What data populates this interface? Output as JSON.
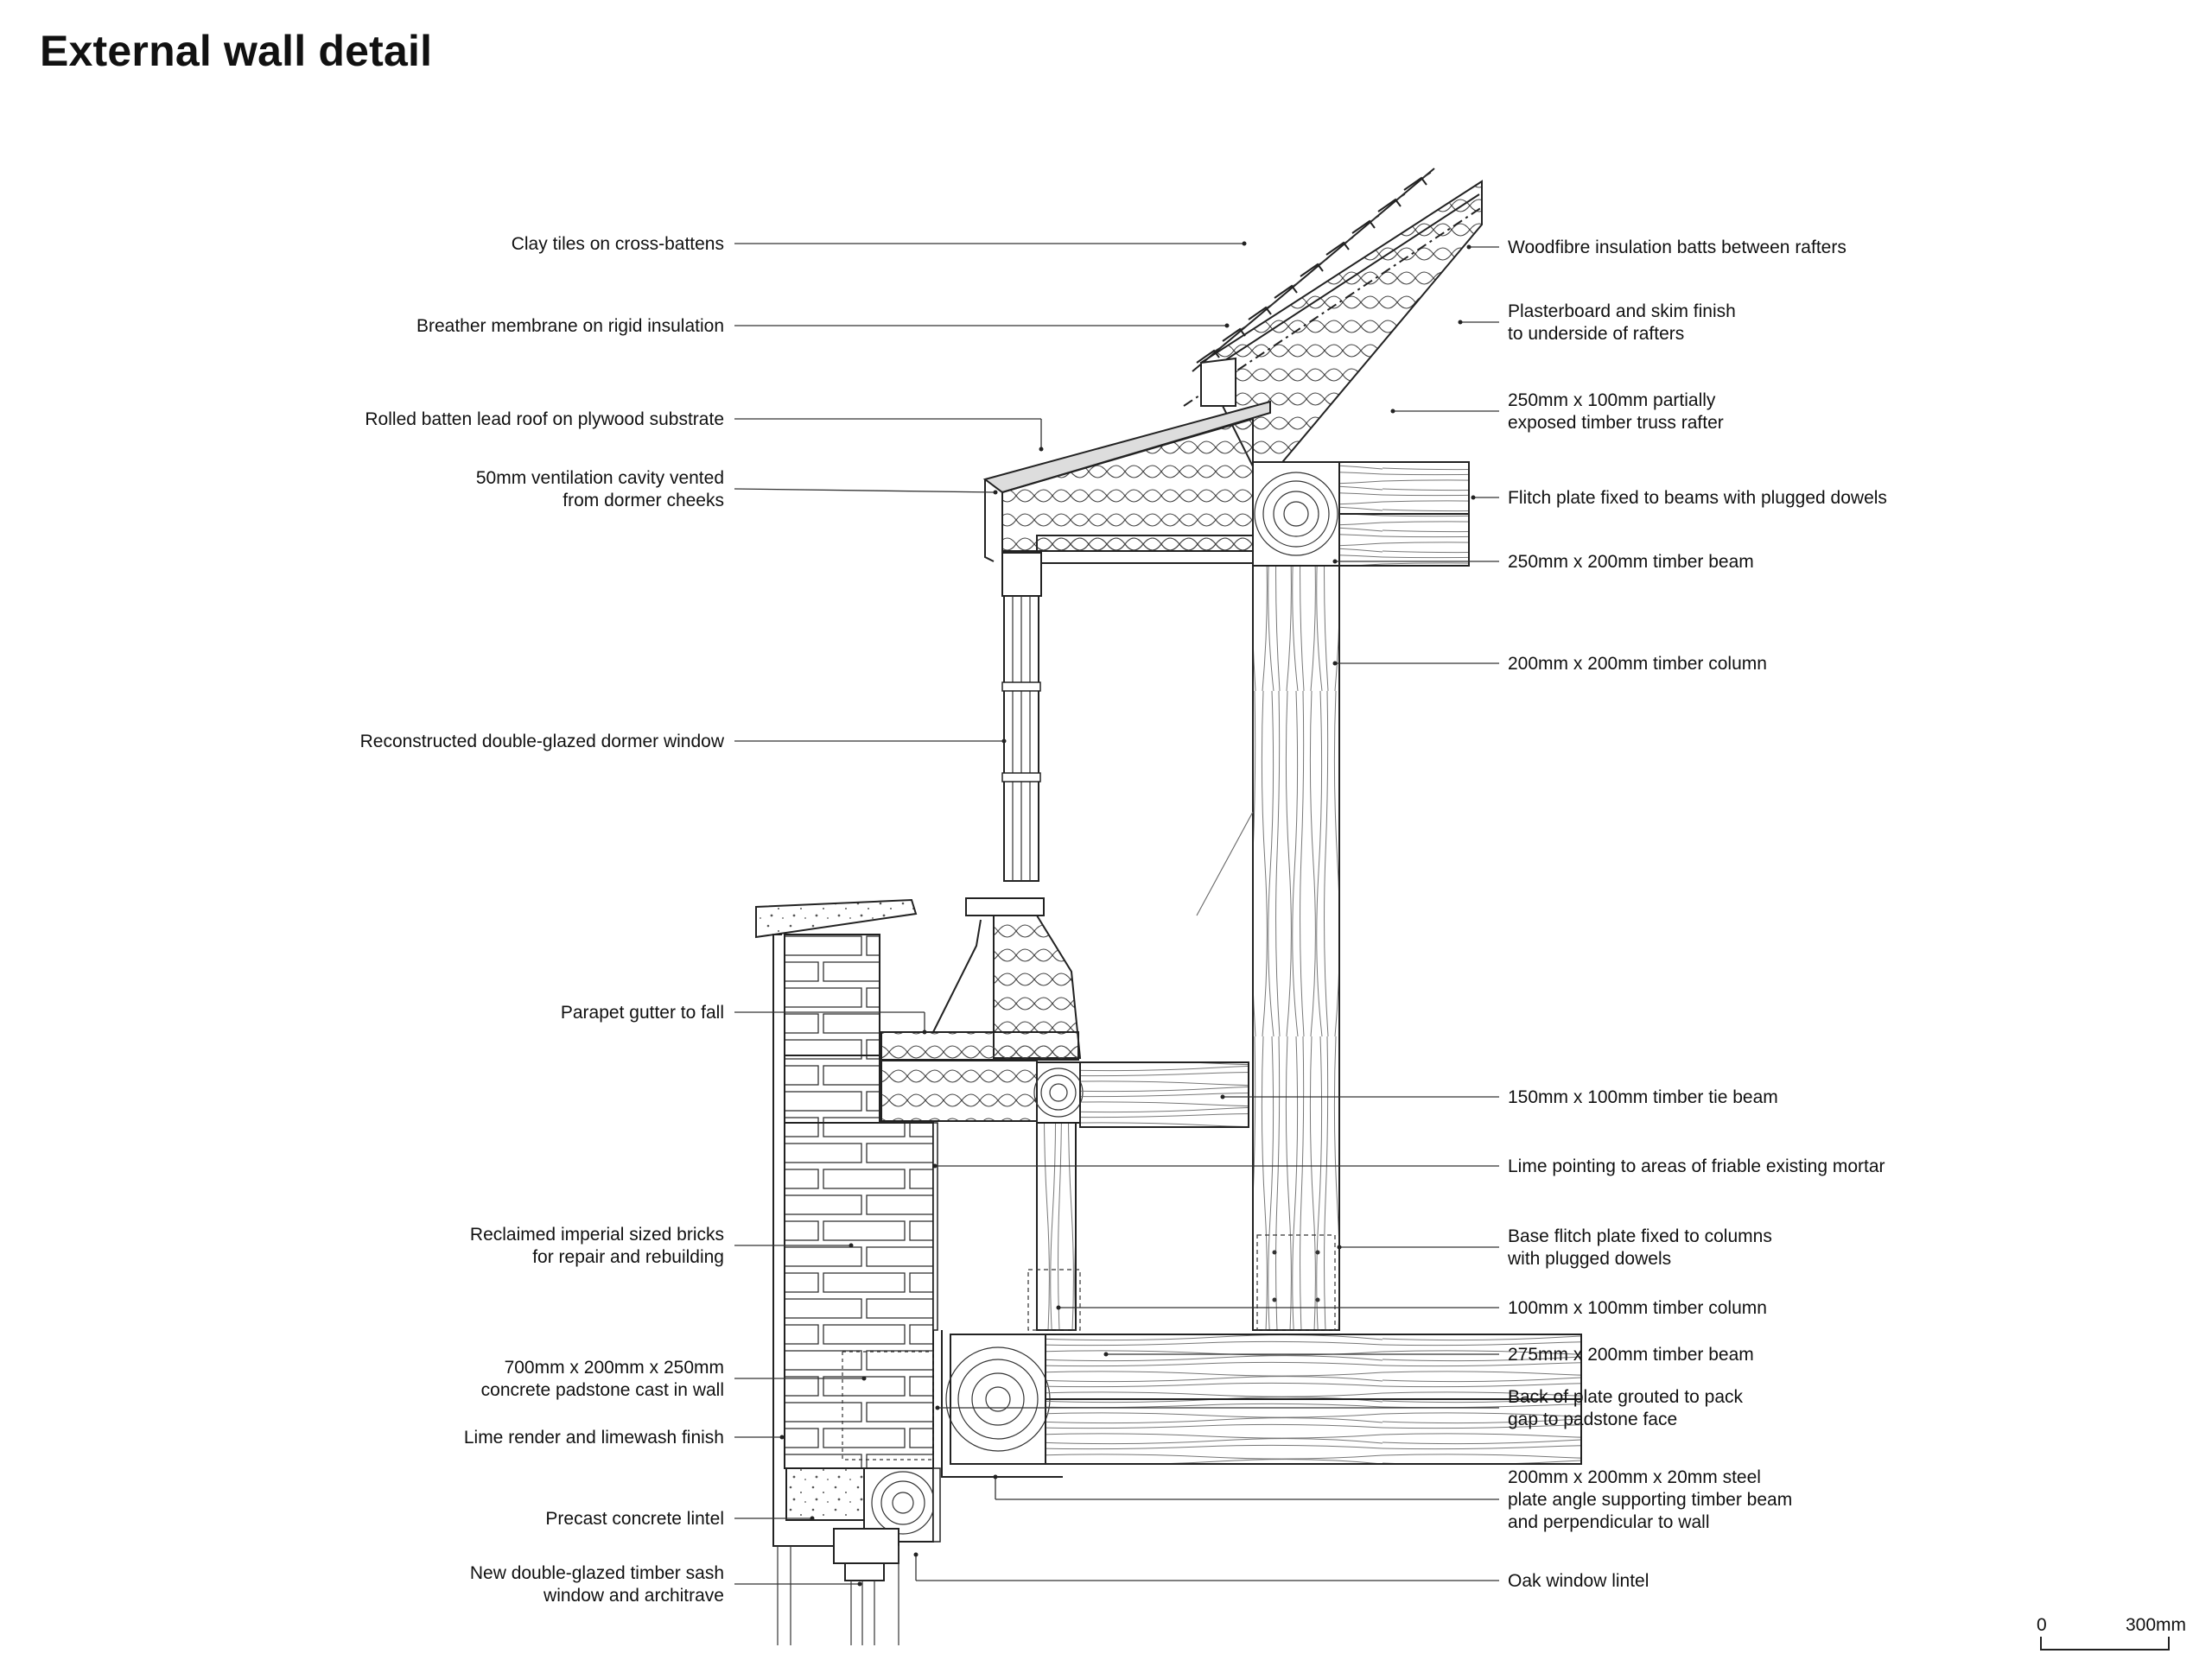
{
  "title": "External wall detail",
  "labels_left": [
    {
      "id": "clay-tiles",
      "lines": [
        "Clay tiles on cross-battens"
      ]
    },
    {
      "id": "breather-membrane",
      "lines": [
        "Breather membrane on rigid insulation"
      ]
    },
    {
      "id": "lead-roof",
      "lines": [
        "Rolled batten lead roof on plywood substrate"
      ]
    },
    {
      "id": "ventilation-cavity",
      "lines": [
        "50mm ventilation cavity vented",
        "from dormer cheeks"
      ]
    },
    {
      "id": "dormer-window",
      "lines": [
        "Reconstructed double-glazed dormer window"
      ]
    },
    {
      "id": "parapet-gutter",
      "lines": [
        "Parapet gutter to fall"
      ]
    },
    {
      "id": "reclaimed-bricks",
      "lines": [
        "Reclaimed imperial sized bricks",
        "for repair and rebuilding"
      ]
    },
    {
      "id": "padstone",
      "lines": [
        "700mm x 200mm x 250mm",
        "concrete padstone cast in wall"
      ]
    },
    {
      "id": "lime-render",
      "lines": [
        "Lime render and limewash finish"
      ]
    },
    {
      "id": "concrete-lintel",
      "lines": [
        "Precast concrete lintel"
      ]
    },
    {
      "id": "sash-window",
      "lines": [
        "New double-glazed timber sash",
        "window and architrave"
      ]
    }
  ],
  "labels_right": [
    {
      "id": "woodfibre-insulation",
      "lines": [
        "Woodfibre insulation batts between rafters"
      ]
    },
    {
      "id": "plasterboard",
      "lines": [
        "Plasterboard and skim finish",
        "to underside of rafters"
      ]
    },
    {
      "id": "truss-rafter",
      "lines": [
        "250mm x 100mm partially",
        "exposed timber truss rafter"
      ]
    },
    {
      "id": "flitch-plate",
      "lines": [
        "Flitch plate fixed to beams with plugged dowels"
      ]
    },
    {
      "id": "beam-250",
      "lines": [
        "250mm x 200mm timber beam"
      ]
    },
    {
      "id": "column-200",
      "lines": [
        "200mm x 200mm timber column"
      ]
    },
    {
      "id": "tie-beam",
      "lines": [
        "150mm x 100mm timber tie beam"
      ]
    },
    {
      "id": "lime-pointing",
      "lines": [
        "Lime pointing to areas of friable existing mortar"
      ]
    },
    {
      "id": "base-flitch",
      "lines": [
        "Base flitch plate fixed to columns",
        "with plugged dowels"
      ]
    },
    {
      "id": "column-100",
      "lines": [
        "100mm x 100mm timber column"
      ]
    },
    {
      "id": "beam-275",
      "lines": [
        "275mm x 200mm timber beam"
      ]
    },
    {
      "id": "plate-grouted",
      "lines": [
        "Back of plate grouted to pack",
        "gap to padstone face"
      ]
    },
    {
      "id": "steel-angle",
      "lines": [
        "200mm x 200mm x 20mm steel",
        "plate angle supporting timber beam",
        "and perpendicular to wall"
      ]
    },
    {
      "id": "oak-lintel",
      "lines": [
        "Oak window lintel"
      ]
    }
  ],
  "scale_bar": {
    "start_label": "0",
    "end_label": "300mm"
  }
}
